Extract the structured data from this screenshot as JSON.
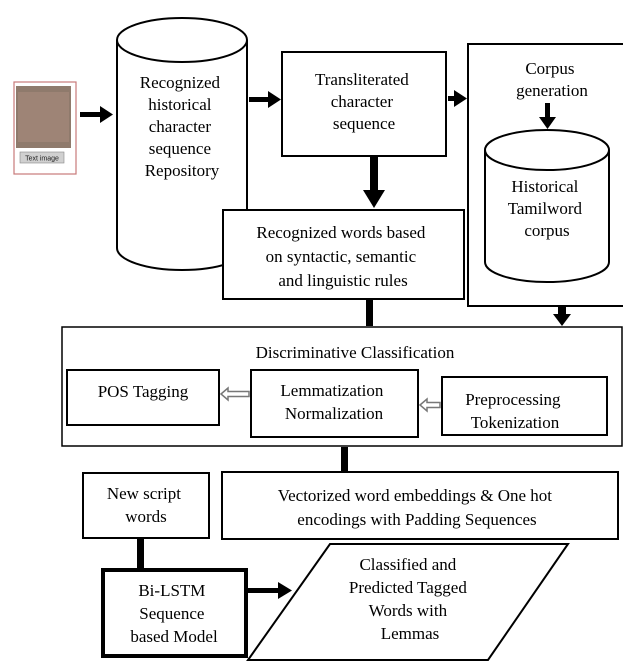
{
  "text_image": {
    "caption": "Text image"
  },
  "repository": {
    "lines": [
      "Recognized",
      "historical",
      "character",
      "sequence",
      "Repository"
    ]
  },
  "transliterated": {
    "lines": [
      "Transliterated",
      "character",
      "sequence"
    ]
  },
  "corpus_generation": {
    "lines": [
      "Corpus",
      "generation"
    ]
  },
  "historical_corpus": {
    "lines": [
      "Historical",
      "Tamilword",
      "corpus"
    ]
  },
  "recognized_words": {
    "lines": [
      "Recognized words based",
      "on syntactic, semantic",
      "and linguistic rules"
    ]
  },
  "discriminative": {
    "title": "Discriminative Classification"
  },
  "pos_tagging": {
    "label": "POS Tagging"
  },
  "lemmatization": {
    "lines": [
      "Lemmatization",
      "Normalization"
    ]
  },
  "preprocessing": {
    "lines": [
      "Preprocessing",
      "Tokenization"
    ]
  },
  "new_script": {
    "lines": [
      "New script",
      "words"
    ]
  },
  "vectorized": {
    "lines": [
      "Vectorized word embeddings & One hot",
      "encodings with Padding Sequences"
    ]
  },
  "bilstm": {
    "lines": [
      "Bi-LSTM",
      "Sequence",
      "based Model"
    ]
  },
  "classified": {
    "lines": [
      "Classified and",
      "Predicted Tagged",
      "Words with",
      "Lemmas"
    ]
  }
}
